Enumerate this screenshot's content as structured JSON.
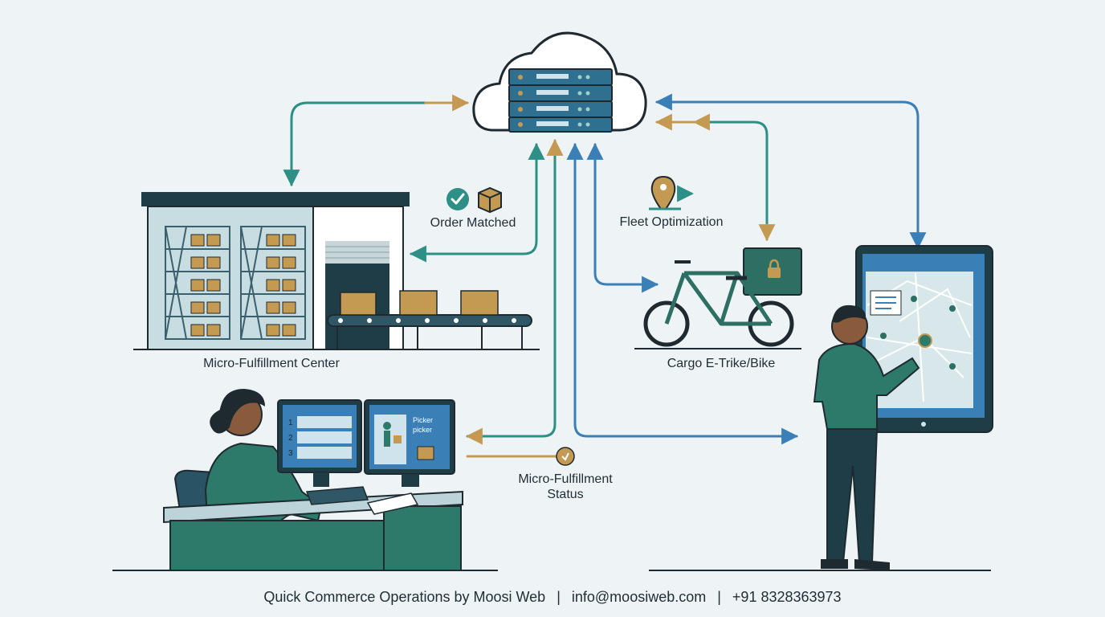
{
  "labels": {
    "order_matched": "Order Matched",
    "fleet_optimization": "Fleet Optimization",
    "micro_fulfillment_center": "Micro-Fulfillment Center",
    "cargo_bike": "Cargo E-Trike/Bike",
    "micro_fulfillment_status_line1": "Micro-Fulfillment",
    "micro_fulfillment_status_line2": "Status"
  },
  "monitor": {
    "rows": [
      "1",
      "2",
      "3"
    ],
    "picker_title": "Picker",
    "picker_sub": "picker"
  },
  "footer": {
    "brand": "Quick Commerce Operations by Moosi Web",
    "separator": "|",
    "email": "info@moosiweb.com",
    "phone": "+91 8328363973"
  },
  "icons": {
    "cloud": "cloud-server-icon",
    "check": "check-circle-icon",
    "package": "package-icon",
    "location": "location-pin-icon",
    "status": "status-dot-icon"
  },
  "colors": {
    "teal": "#2d8f86",
    "blue": "#3b7fb7",
    "gold": "#c49a52",
    "dark": "#1e4450",
    "green_shirt": "#3a7d6b"
  }
}
